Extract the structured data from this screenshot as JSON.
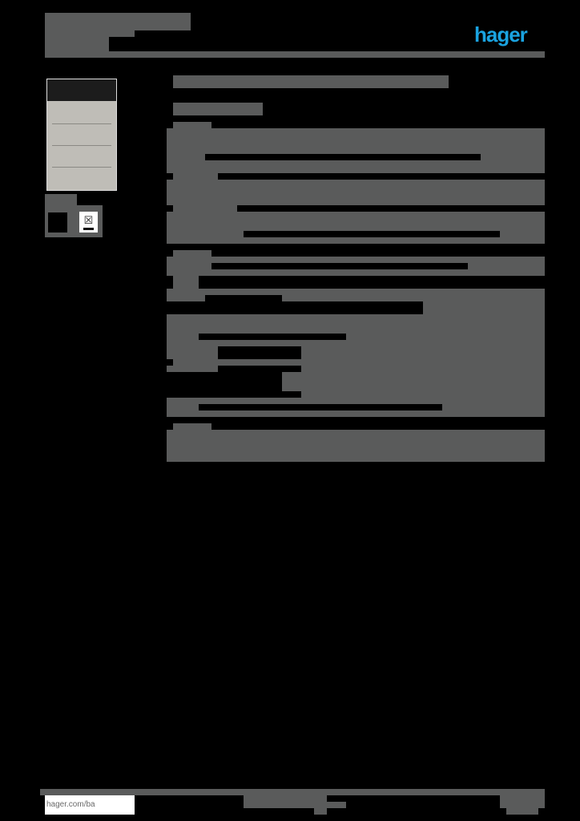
{
  "header": {
    "title": "",
    "subtitle": "",
    "logo_text": "hager"
  },
  "sidebar": {
    "product_image": "product-photo",
    "display_left": "",
    "display_right": "",
    "icons": [
      "ce-mark-icon",
      "weee-bin-icon"
    ]
  },
  "main": {
    "heading": "",
    "subheading": "",
    "sections": [
      {
        "label": "",
        "lines": 3
      },
      {
        "label": "",
        "lines": 2
      },
      {
        "label": "",
        "lines": 3
      },
      {
        "label": "",
        "lines": 4
      },
      {
        "label": "",
        "lines": 6
      },
      {
        "label": "",
        "lines": 2
      }
    ]
  },
  "footer": {
    "link": "hager.com/ba",
    "center_text": "",
    "page": ""
  },
  "colors": {
    "redaction_gray": "#5a5b5b",
    "brand_blue": "#1aa3e0"
  }
}
